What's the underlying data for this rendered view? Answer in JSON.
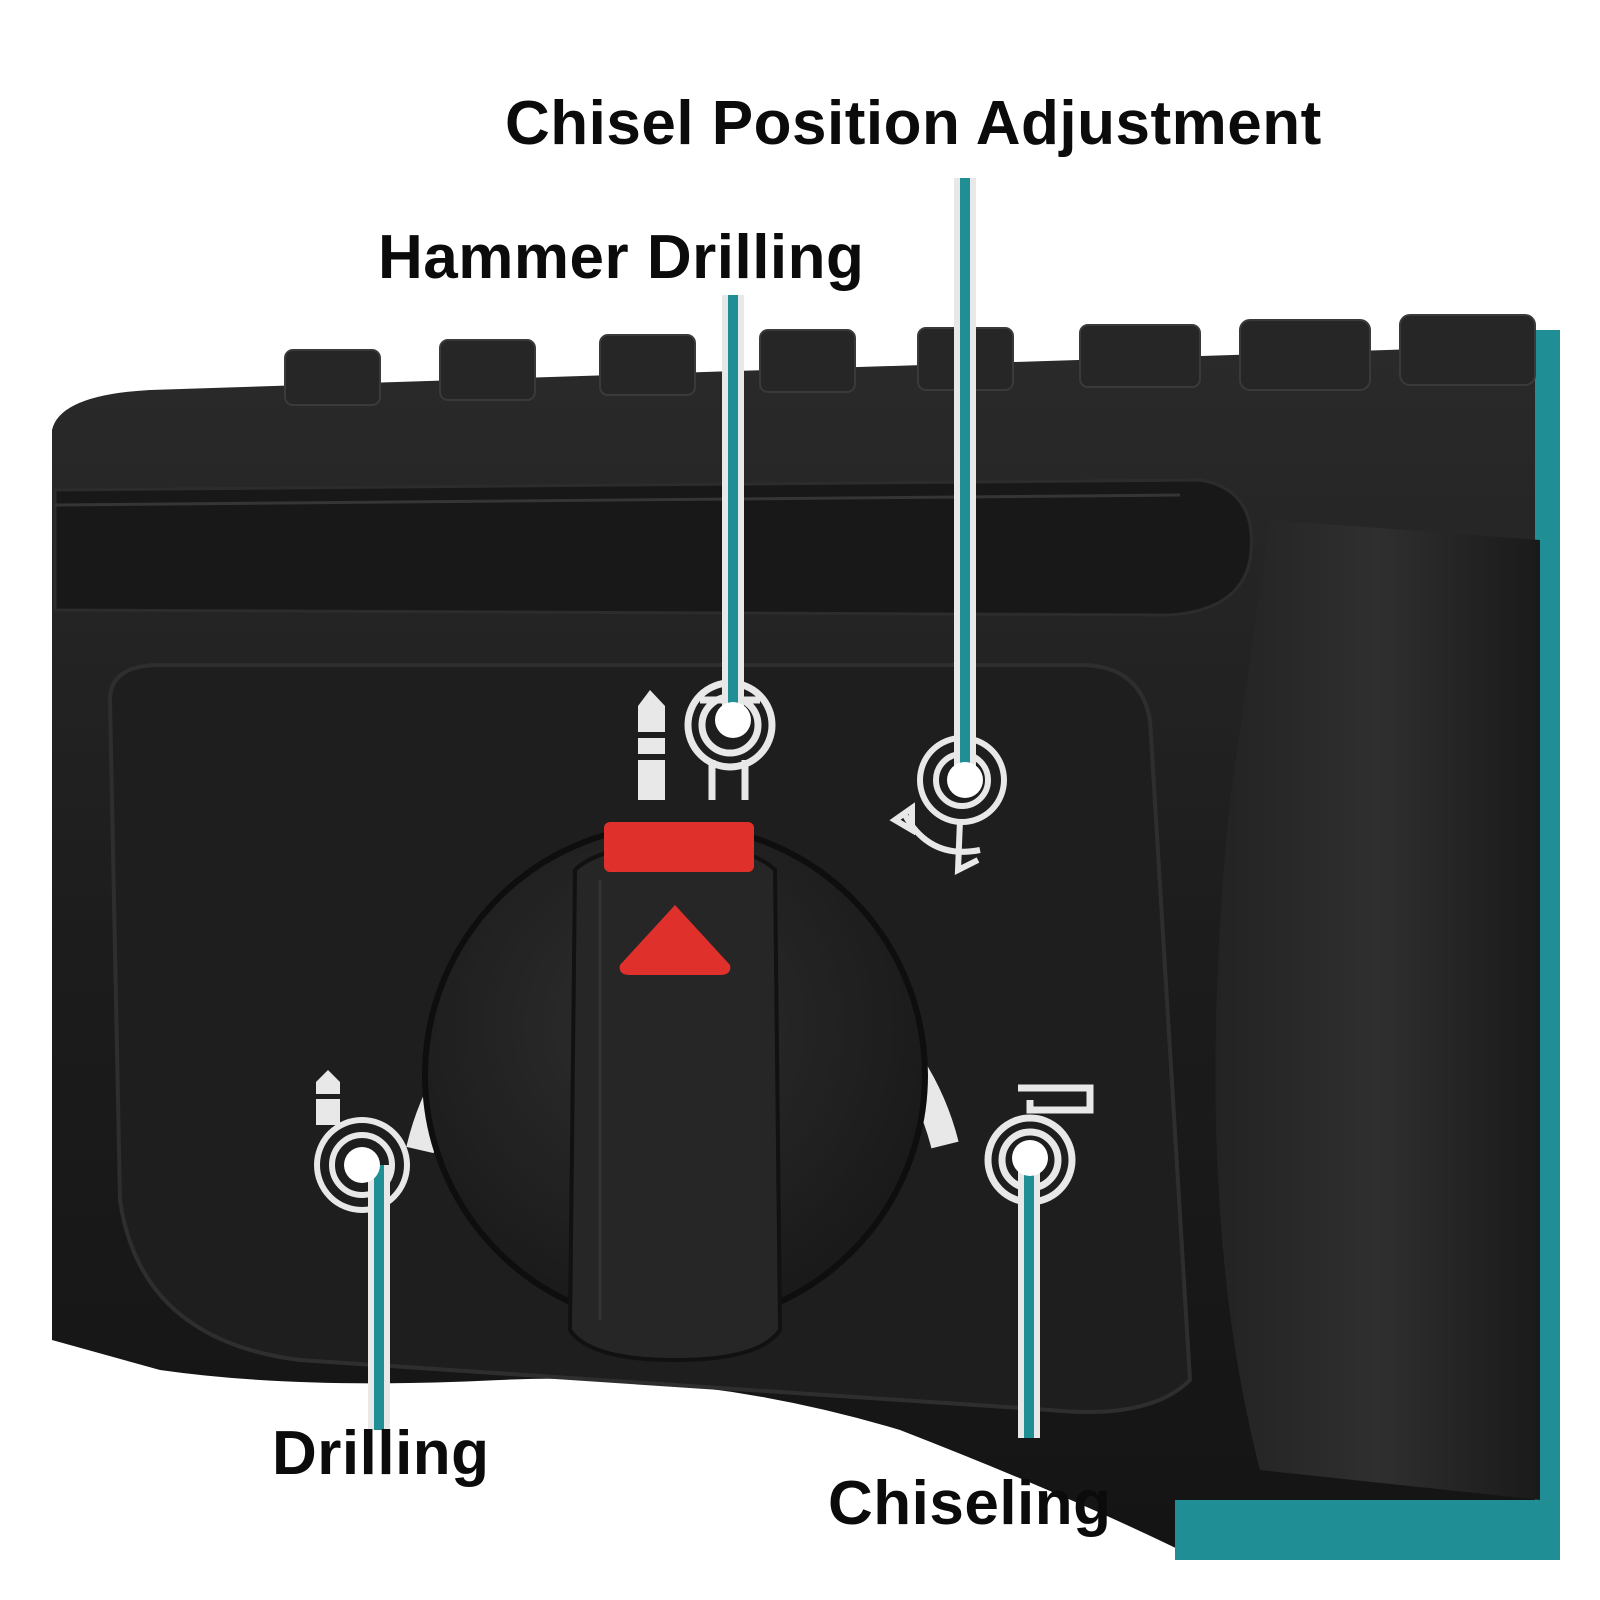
{
  "callouts": {
    "chisel_position_adjustment": "Chisel Position Adjustment",
    "hammer_drilling": "Hammer Drilling",
    "drilling": "Drilling",
    "chiseling": "Chiseling"
  },
  "colors": {
    "background": "#ffffff",
    "tool_body": "#1c1c1c",
    "leader_line": "#1f8f95",
    "indicator_red": "#e0302c",
    "mode_ring": "#e8e8e8"
  }
}
